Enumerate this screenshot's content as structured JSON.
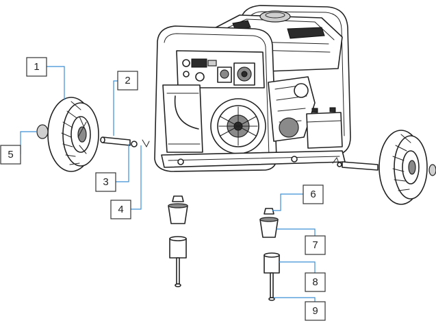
{
  "diagram": {
    "leader_color": "#3a8fd6",
    "callouts": [
      {
        "number": "1",
        "part": "wheel (left)"
      },
      {
        "number": "2",
        "part": "axle"
      },
      {
        "number": "3",
        "part": "washer"
      },
      {
        "number": "4",
        "part": "cotter pin"
      },
      {
        "number": "5",
        "part": "wheel cap"
      },
      {
        "number": "6",
        "part": "nut"
      },
      {
        "number": "7",
        "part": "rubber foot"
      },
      {
        "number": "8",
        "part": "spacer"
      },
      {
        "number": "9",
        "part": "bolt"
      }
    ]
  }
}
